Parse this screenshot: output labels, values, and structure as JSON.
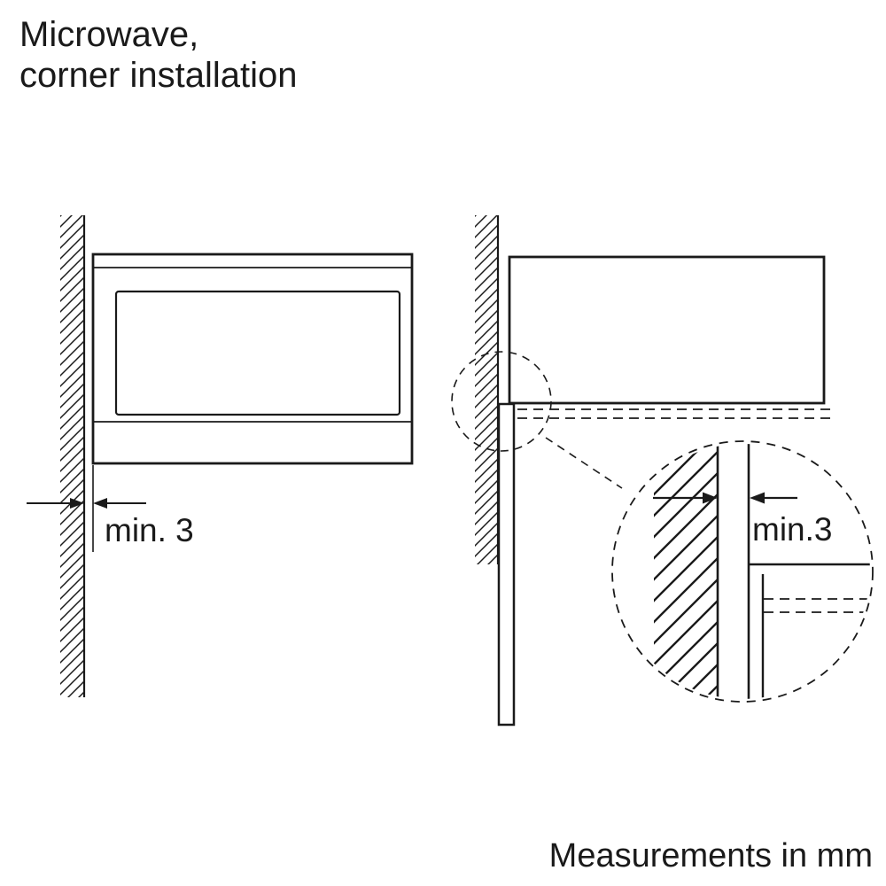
{
  "title": {
    "line1": "Microwave,",
    "line2": "corner installation"
  },
  "left_view": {
    "name": "front view with wall gap",
    "dimension_label": "min. 3"
  },
  "right_view": {
    "name": "side view with furniture door and detail circle",
    "detail_dimension_label": "min.3"
  },
  "footer": {
    "text": "Measurements in mm"
  },
  "colors": {
    "ink": "#1a1a1a",
    "background": "#ffffff"
  }
}
